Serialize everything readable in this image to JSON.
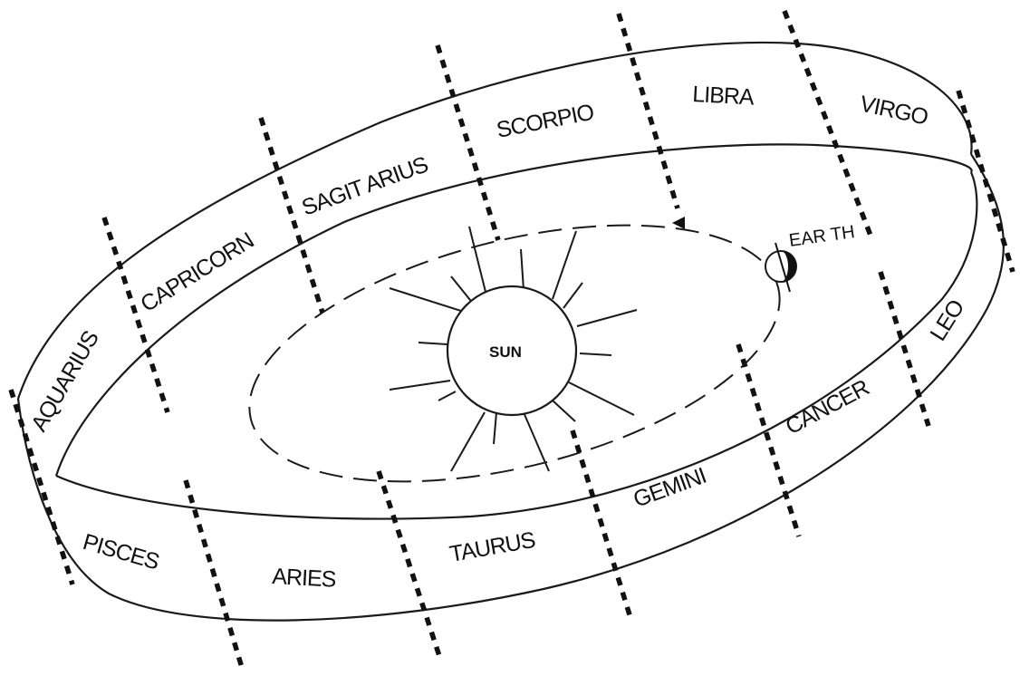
{
  "sun": {
    "label": "SUN"
  },
  "earth": {
    "label": "EAR TH"
  },
  "constellations": {
    "scorpio": "SCORPIO",
    "libra": "LIBRA",
    "virgo": "VIRGO",
    "sagittarius": "SAGIT ARIUS",
    "capricorn": "CAPRICORN",
    "aquarius": "AQUARIUS",
    "leo": "LEO",
    "cancer": "CANCER",
    "gemini": "GEMINI",
    "taurus": "TAURUS",
    "aries": "ARIES",
    "pisces": "PISCES"
  },
  "colors": {
    "ink": "#111111",
    "background": "#ffffff"
  }
}
